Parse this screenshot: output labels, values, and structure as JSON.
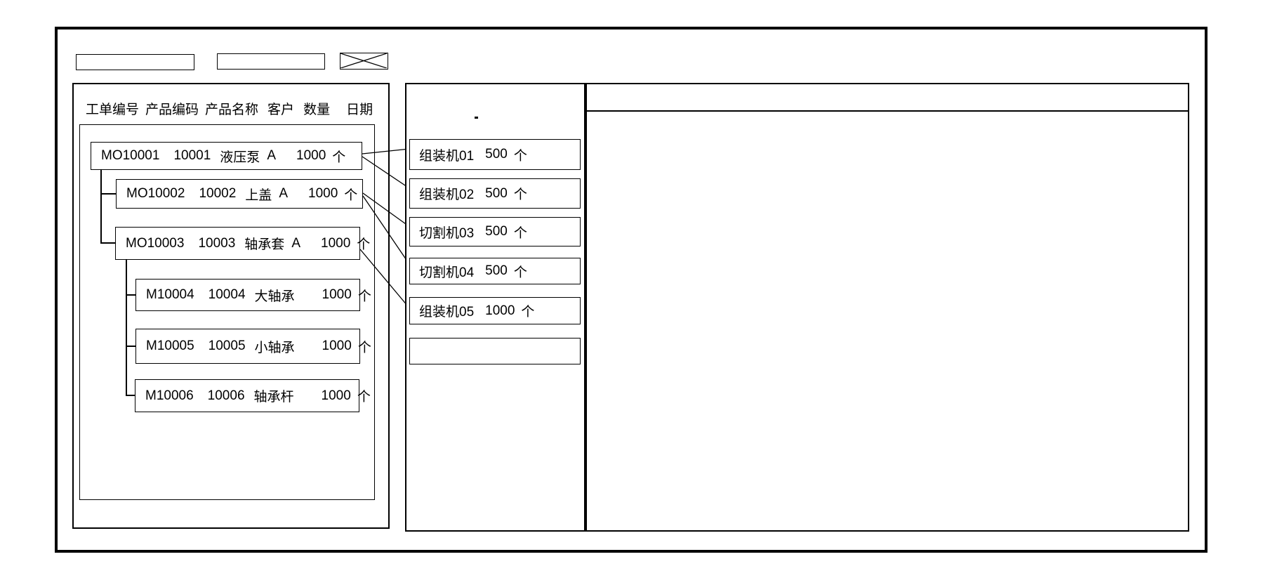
{
  "colors": {
    "line": "#000000",
    "background": "#ffffff",
    "text": "#000000"
  },
  "toolbar": {
    "field_left": "",
    "field_right": ""
  },
  "work_order_panel": {
    "columns": [
      "工单编号",
      "产品编码",
      "产品名称",
      "客户",
      "数量",
      "日期"
    ],
    "orders": [
      {
        "order_no": "MO10001",
        "product_code": "10001",
        "product_name": "液压泵",
        "customer": "A",
        "qty": "1000",
        "unit": "个"
      },
      {
        "order_no": "MO10002",
        "product_code": "10002",
        "product_name": "上盖",
        "customer": "A",
        "qty": "1000",
        "unit": "个"
      },
      {
        "order_no": "MO10003",
        "product_code": "10003",
        "product_name": "轴承套",
        "customer": "A",
        "qty": "1000",
        "unit": "个"
      },
      {
        "order_no": "M10004",
        "product_code": "10004",
        "product_name": "大轴承",
        "customer": "",
        "qty": "1000",
        "unit": "个"
      },
      {
        "order_no": "M10005",
        "product_code": "10005",
        "product_name": "小轴承",
        "customer": "",
        "qty": "1000",
        "unit": "个"
      },
      {
        "order_no": "M10006",
        "product_code": "10006",
        "product_name": "轴承杆",
        "customer": "",
        "qty": "1000",
        "unit": "个"
      }
    ]
  },
  "machine_panel": {
    "machines": [
      {
        "name": "组装机01",
        "qty": "500",
        "unit": "个"
      },
      {
        "name": "组装机02",
        "qty": "500",
        "unit": "个"
      },
      {
        "name": "切割机03",
        "qty": "500",
        "unit": "个"
      },
      {
        "name": "切割机04",
        "qty": "500",
        "unit": "个"
      },
      {
        "name": "组装机05",
        "qty": "1000",
        "unit": "个"
      },
      {
        "name": "",
        "qty": "",
        "unit": ""
      }
    ]
  },
  "schedule_panel": {}
}
